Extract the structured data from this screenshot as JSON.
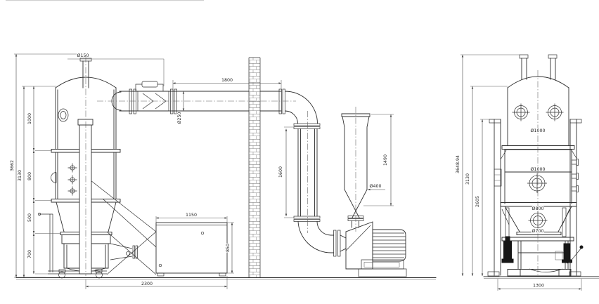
{
  "front_view": {
    "labels": {
      "nozzle_dia": "Ø150",
      "duct_length": "1800",
      "duct_dia": "Ø250",
      "riser_height": "1600",
      "cyclone_height": "1490",
      "cyclone_dia": "Ø400",
      "overall_height": "3662",
      "vessel_height": "3130",
      "seg_expansion": "1000",
      "seg_body": "800",
      "seg_cone": "500",
      "seg_base": "700",
      "cabinet_width": "1150",
      "cabinet_height": "850",
      "base_width": "2300"
    }
  },
  "side_view": {
    "labels": {
      "overall_height": "3648.94",
      "vessel_height": "3130",
      "frame_height": "2605",
      "dia_top": "Ø1000",
      "dia_mid": "Ø1000",
      "dia_cone_top": "Ø800",
      "dia_cone_bottom": "Ø700",
      "base_width": "1300"
    }
  },
  "colors": {
    "line": "#2f2f2f",
    "dimension": "#444444",
    "brick": "#888888",
    "background": "#ffffff"
  }
}
